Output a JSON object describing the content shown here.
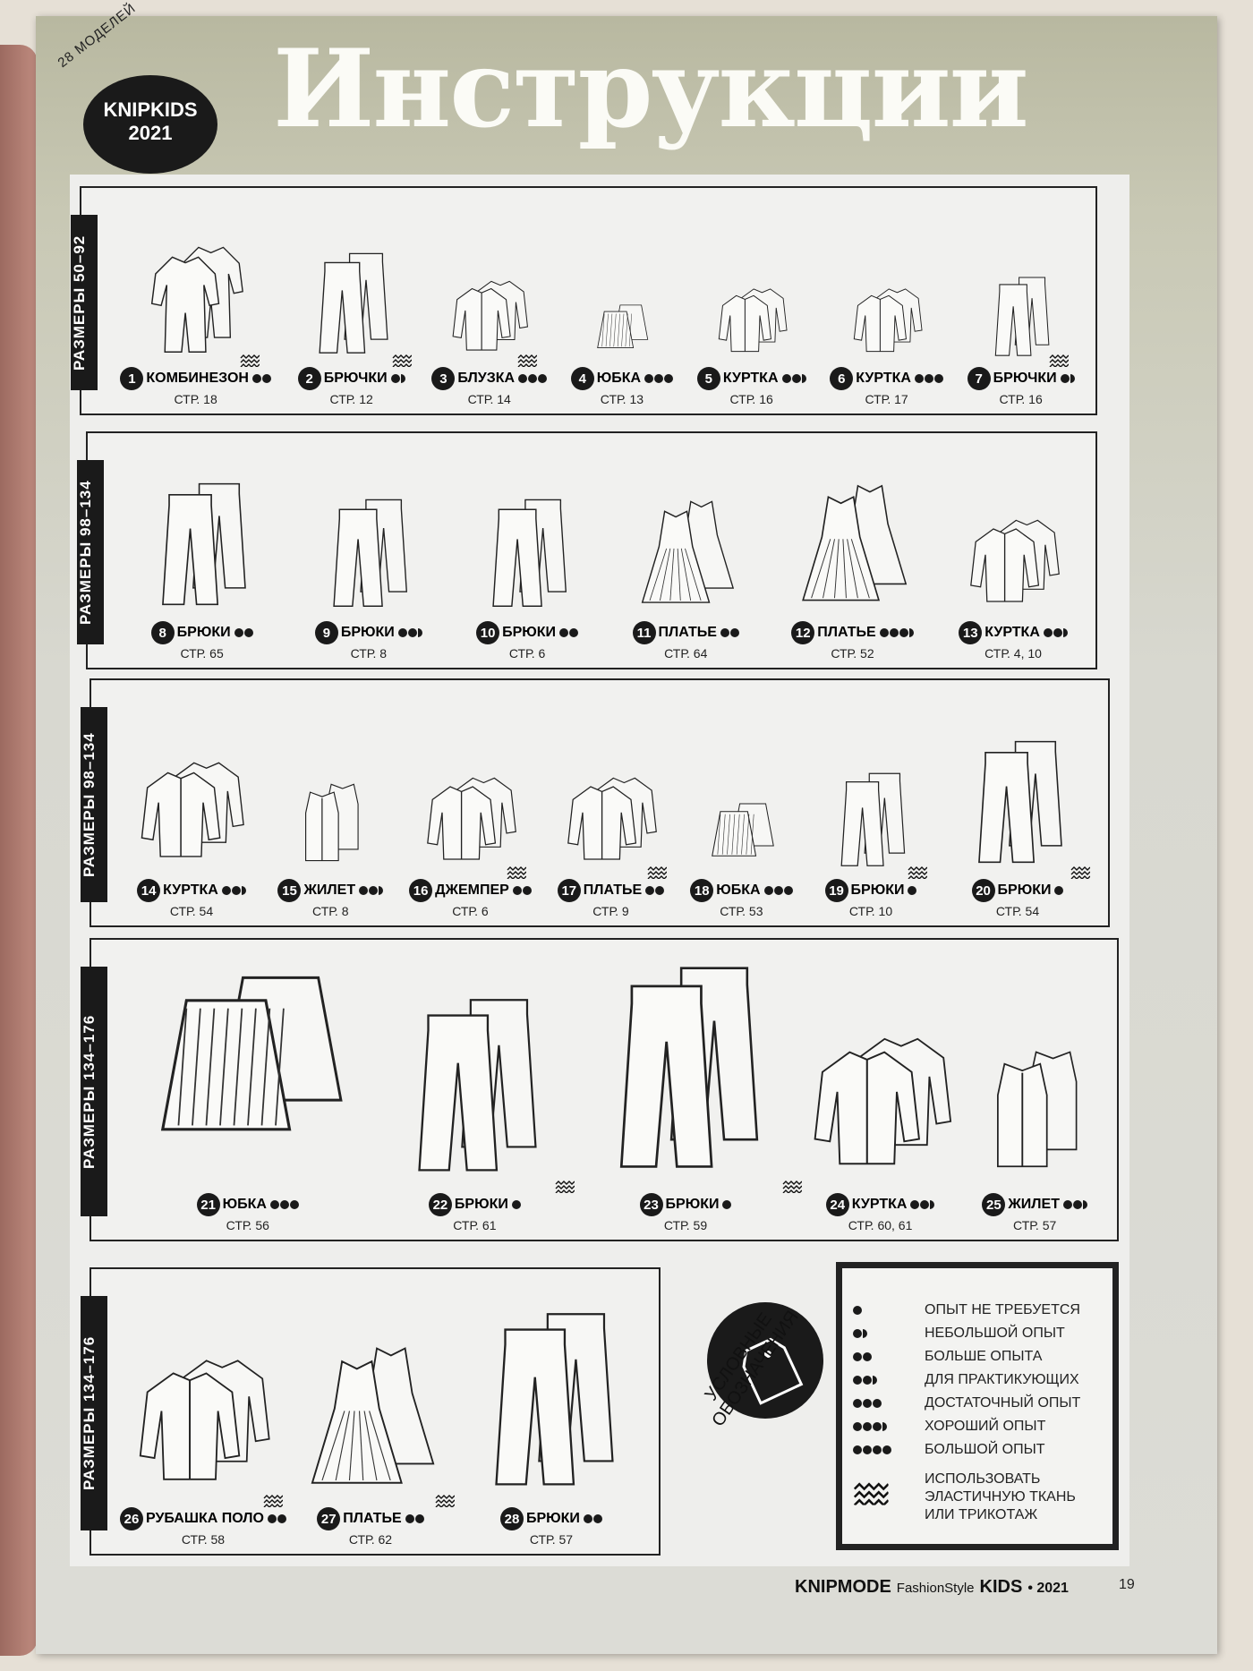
{
  "header": {
    "title": "Инструкции",
    "badge_top": "28 МОДЕЛЕЙ",
    "badge_line1": "KNIPKIDS",
    "badge_line2": "2021"
  },
  "sections": [
    {
      "label": "РАЗМЕРЫ 50–92",
      "items": [
        {
          "n": "1",
          "name": "КОМБИНЕЗОН",
          "difficulty": 2,
          "page": "СТР. 18",
          "stretch": true,
          "illustration": "jumpsuit"
        },
        {
          "n": "2",
          "name": "БРЮЧКИ",
          "difficulty": 1.5,
          "page": "СТР. 12",
          "stretch": true,
          "illustration": "pants"
        },
        {
          "n": "3",
          "name": "БЛУЗКА",
          "difficulty": 3,
          "page": "СТР. 14",
          "stretch": true,
          "illustration": "jacket"
        },
        {
          "n": "4",
          "name": "ЮБКА",
          "difficulty": 3,
          "page": "СТР. 13",
          "stretch": false,
          "illustration": "skirt"
        },
        {
          "n": "5",
          "name": "КУРТКА",
          "difficulty": 2.5,
          "page": "СТР. 16",
          "stretch": false,
          "illustration": "jacket"
        },
        {
          "n": "6",
          "name": "КУРТКА",
          "difficulty": 3,
          "page": "СТР. 17",
          "stretch": false,
          "illustration": "jacket"
        },
        {
          "n": "7",
          "name": "БРЮЧКИ",
          "difficulty": 1.5,
          "page": "СТР. 16",
          "stretch": true,
          "illustration": "pants"
        }
      ]
    },
    {
      "label": "РАЗМЕРЫ 98–134",
      "items": [
        {
          "n": "8",
          "name": "БРЮКИ",
          "difficulty": 2,
          "page": "СТР. 65",
          "stretch": false,
          "illustration": "pants"
        },
        {
          "n": "9",
          "name": "БРЮКИ",
          "difficulty": 2.5,
          "page": "СТР. 8",
          "stretch": false,
          "illustration": "pants"
        },
        {
          "n": "10",
          "name": "БРЮКИ",
          "difficulty": 2,
          "page": "СТР. 6",
          "stretch": false,
          "illustration": "pants"
        },
        {
          "n": "11",
          "name": "ПЛАТЬЕ",
          "difficulty": 2,
          "page": "СТР. 64",
          "stretch": false,
          "illustration": "dress"
        },
        {
          "n": "12",
          "name": "ПЛАТЬЕ",
          "difficulty": 3.5,
          "page": "СТР. 52",
          "stretch": false,
          "illustration": "dress"
        },
        {
          "n": "13",
          "name": "КУРТКА",
          "difficulty": 2.5,
          "page": "СТР. 4, 10",
          "stretch": false,
          "illustration": "jacket"
        }
      ]
    },
    {
      "label": "РАЗМЕРЫ 98–134",
      "items": [
        {
          "n": "14",
          "name": "КУРТКА",
          "difficulty": 2.5,
          "page": "СТР. 54",
          "stretch": false,
          "illustration": "jacket"
        },
        {
          "n": "15",
          "name": "ЖИЛЕТ",
          "difficulty": 2.5,
          "page": "СТР. 8",
          "stretch": false,
          "illustration": "vest"
        },
        {
          "n": "16",
          "name": "ДЖЕМПЕР",
          "difficulty": 2,
          "page": "СТР. 6",
          "stretch": true,
          "illustration": "jacket"
        },
        {
          "n": "17",
          "name": "ПЛАТЬЕ",
          "difficulty": 2,
          "page": "СТР. 9",
          "stretch": true,
          "illustration": "jacket"
        },
        {
          "n": "18",
          "name": "ЮБКА",
          "difficulty": 3,
          "page": "СТР. 53",
          "stretch": false,
          "illustration": "skirt"
        },
        {
          "n": "19",
          "name": "БРЮКИ",
          "difficulty": 1,
          "page": "СТР. 10",
          "stretch": true,
          "illustration": "pants"
        },
        {
          "n": "20",
          "name": "БРЮКИ",
          "difficulty": 1,
          "page": "СТР. 54",
          "stretch": true,
          "illustration": "pants"
        }
      ]
    },
    {
      "label": "РАЗМЕРЫ 134–176",
      "items": [
        {
          "n": "21",
          "name": "ЮБКА",
          "difficulty": 3,
          "page": "СТР. 56",
          "stretch": false,
          "illustration": "skirt"
        },
        {
          "n": "22",
          "name": "БРЮКИ",
          "difficulty": 1,
          "page": "СТР. 61",
          "stretch": true,
          "illustration": "pants"
        },
        {
          "n": "23",
          "name": "БРЮКИ",
          "difficulty": 1,
          "page": "СТР. 59",
          "stretch": true,
          "illustration": "pants"
        },
        {
          "n": "24",
          "name": "КУРТКА",
          "difficulty": 2.5,
          "page": "СТР. 60, 61",
          "stretch": false,
          "illustration": "jacket"
        },
        {
          "n": "25",
          "name": "ЖИЛЕТ",
          "difficulty": 2.5,
          "page": "СТР. 57",
          "stretch": false,
          "illustration": "vest"
        }
      ]
    },
    {
      "label": "РАЗМЕРЫ 134–176",
      "items": [
        {
          "n": "26",
          "name": "РУБАШКА ПОЛО",
          "difficulty": 2,
          "page": "СТР. 58",
          "stretch": true,
          "illustration": "jacket"
        },
        {
          "n": "27",
          "name": "ПЛАТЬЕ",
          "difficulty": 2,
          "page": "СТР. 62",
          "stretch": true,
          "illustration": "dress"
        },
        {
          "n": "28",
          "name": "БРЮКИ",
          "difficulty": 2,
          "page": "СТР. 57",
          "stretch": false,
          "illustration": "pants"
        }
      ]
    }
  ],
  "legend": {
    "title": "УСЛОВНЫЕ ОБОЗНАЧЕНИЯ",
    "levels": [
      {
        "difficulty": 1,
        "text": "ОПЫТ НЕ ТРЕБУЕТСЯ"
      },
      {
        "difficulty": 1.5,
        "text": "НЕБОЛЬШОЙ ОПЫТ"
      },
      {
        "difficulty": 2,
        "text": "БОЛЬШЕ ОПЫТА"
      },
      {
        "difficulty": 2.5,
        "text": "ДЛЯ ПРАКТИКУЮЩИХ"
      },
      {
        "difficulty": 3,
        "text": "ДОСТАТОЧНЫЙ ОПЫТ"
      },
      {
        "difficulty": 3.5,
        "text": "ХОРОШИЙ ОПЫТ"
      },
      {
        "difficulty": 4,
        "text": "БОЛЬШОЙ ОПЫТ"
      }
    ],
    "stretch_text": "ИСПОЛЬЗОВАТЬ ЭЛАСТИЧНУЮ ТКАНЬ ИЛИ ТРИКОТАЖ"
  },
  "footer": {
    "brand": "KNIPMODE",
    "sub": "FashionStyle",
    "kids": "KIDS",
    "year": "• 2021",
    "page_number": "19"
  }
}
